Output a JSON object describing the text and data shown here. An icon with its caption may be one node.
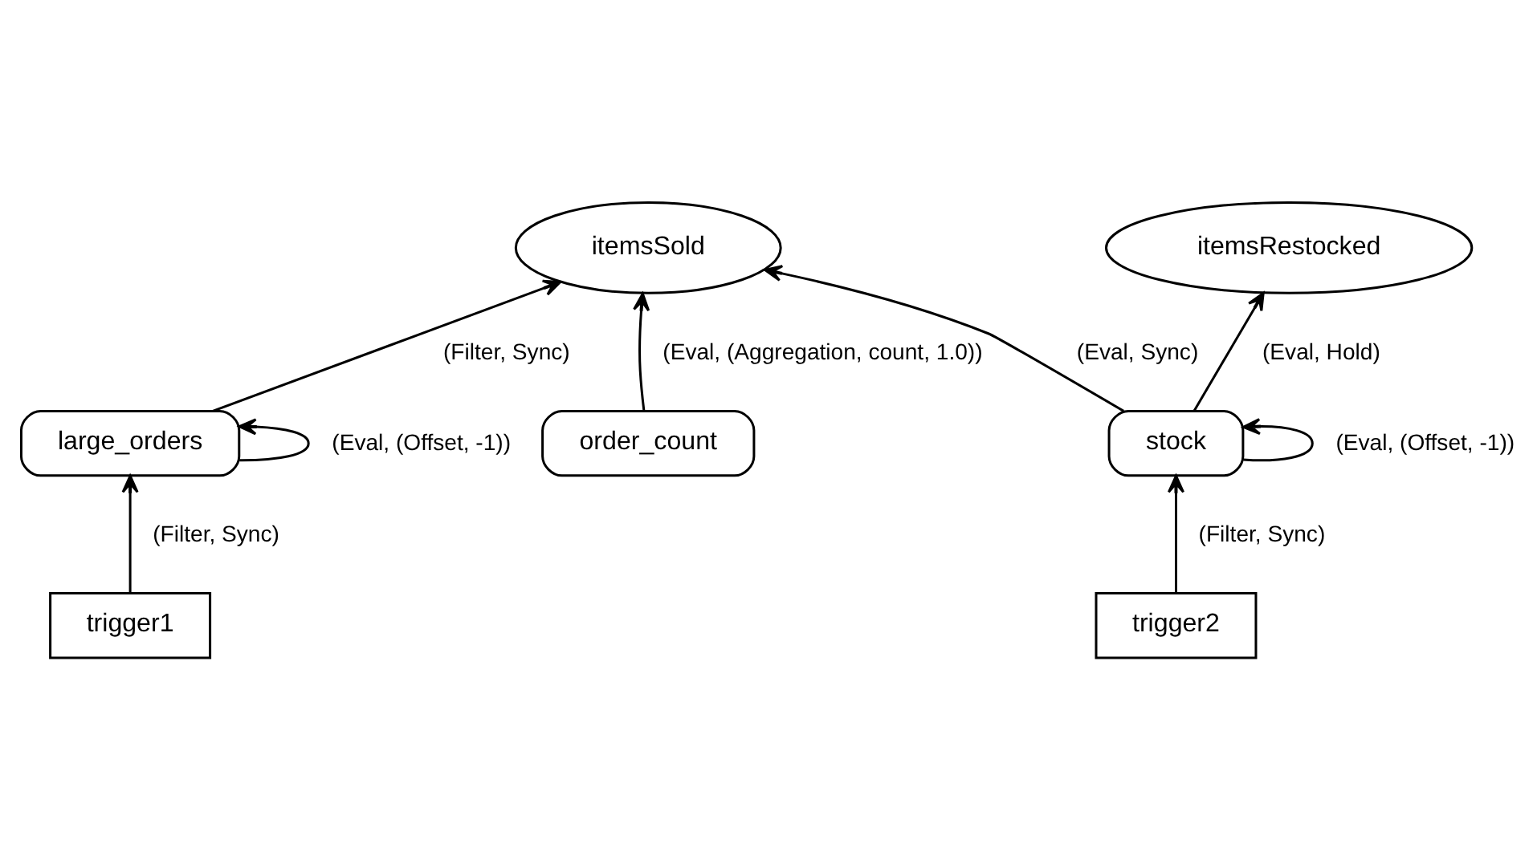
{
  "diagram": {
    "nodes": [
      {
        "text": [
          "itemsSold"
        ]
      },
      {
        "text": [
          "itemsRestocked"
        ]
      },
      {
        "text": [
          "large_orders"
        ]
      },
      {
        "text": [
          "order_count"
        ]
      },
      {
        "text": [
          "stock"
        ]
      },
      {
        "text": [
          "trigger1"
        ]
      },
      {
        "text": [
          "trigger2"
        ]
      }
    ],
    "edges": [
      {
        "from": 2,
        "to": 0,
        "arrow": "to",
        "label": "(Filter, Sync)"
      },
      {
        "from": 2,
        "to": 2,
        "arrow": "to",
        "label": "(Eval, (Offset, -1))"
      },
      {
        "from": 3,
        "to": 0,
        "arrow": "to",
        "label": "(Eval, (Aggregation, count, 1.0))"
      },
      {
        "from": 4,
        "to": 0,
        "arrow": "to",
        "label": "(Eval, Sync)"
      },
      {
        "from": 4,
        "to": 1,
        "arrow": "to",
        "label": "(Eval, Hold)"
      },
      {
        "from": 4,
        "to": 4,
        "arrow": "to",
        "label": "(Eval, (Offset, -1))"
      },
      {
        "from": 5,
        "to": 2,
        "arrow": "to",
        "label": "(Filter, Sync)"
      },
      {
        "from": 6,
        "to": 4,
        "arrow": "to",
        "label": "(Filter, Sync)"
      }
    ]
  }
}
